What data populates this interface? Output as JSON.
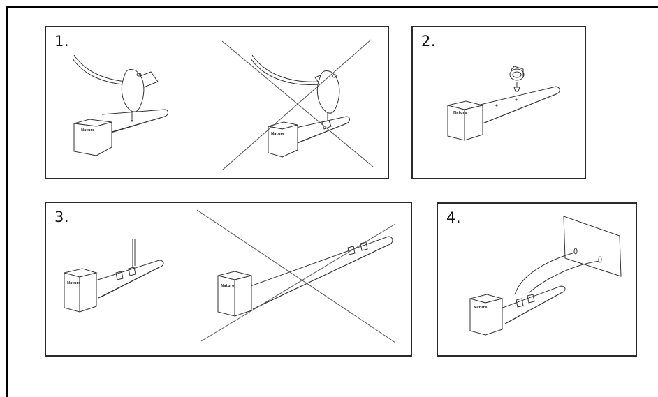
{
  "steps": [
    {
      "number": "1."
    },
    {
      "number": "2."
    },
    {
      "number": "3."
    },
    {
      "number": "4."
    }
  ],
  "device_brand": "Nature",
  "colors": {
    "line": "#333333",
    "border": "#2a2a2a",
    "background": "#ffffff"
  }
}
